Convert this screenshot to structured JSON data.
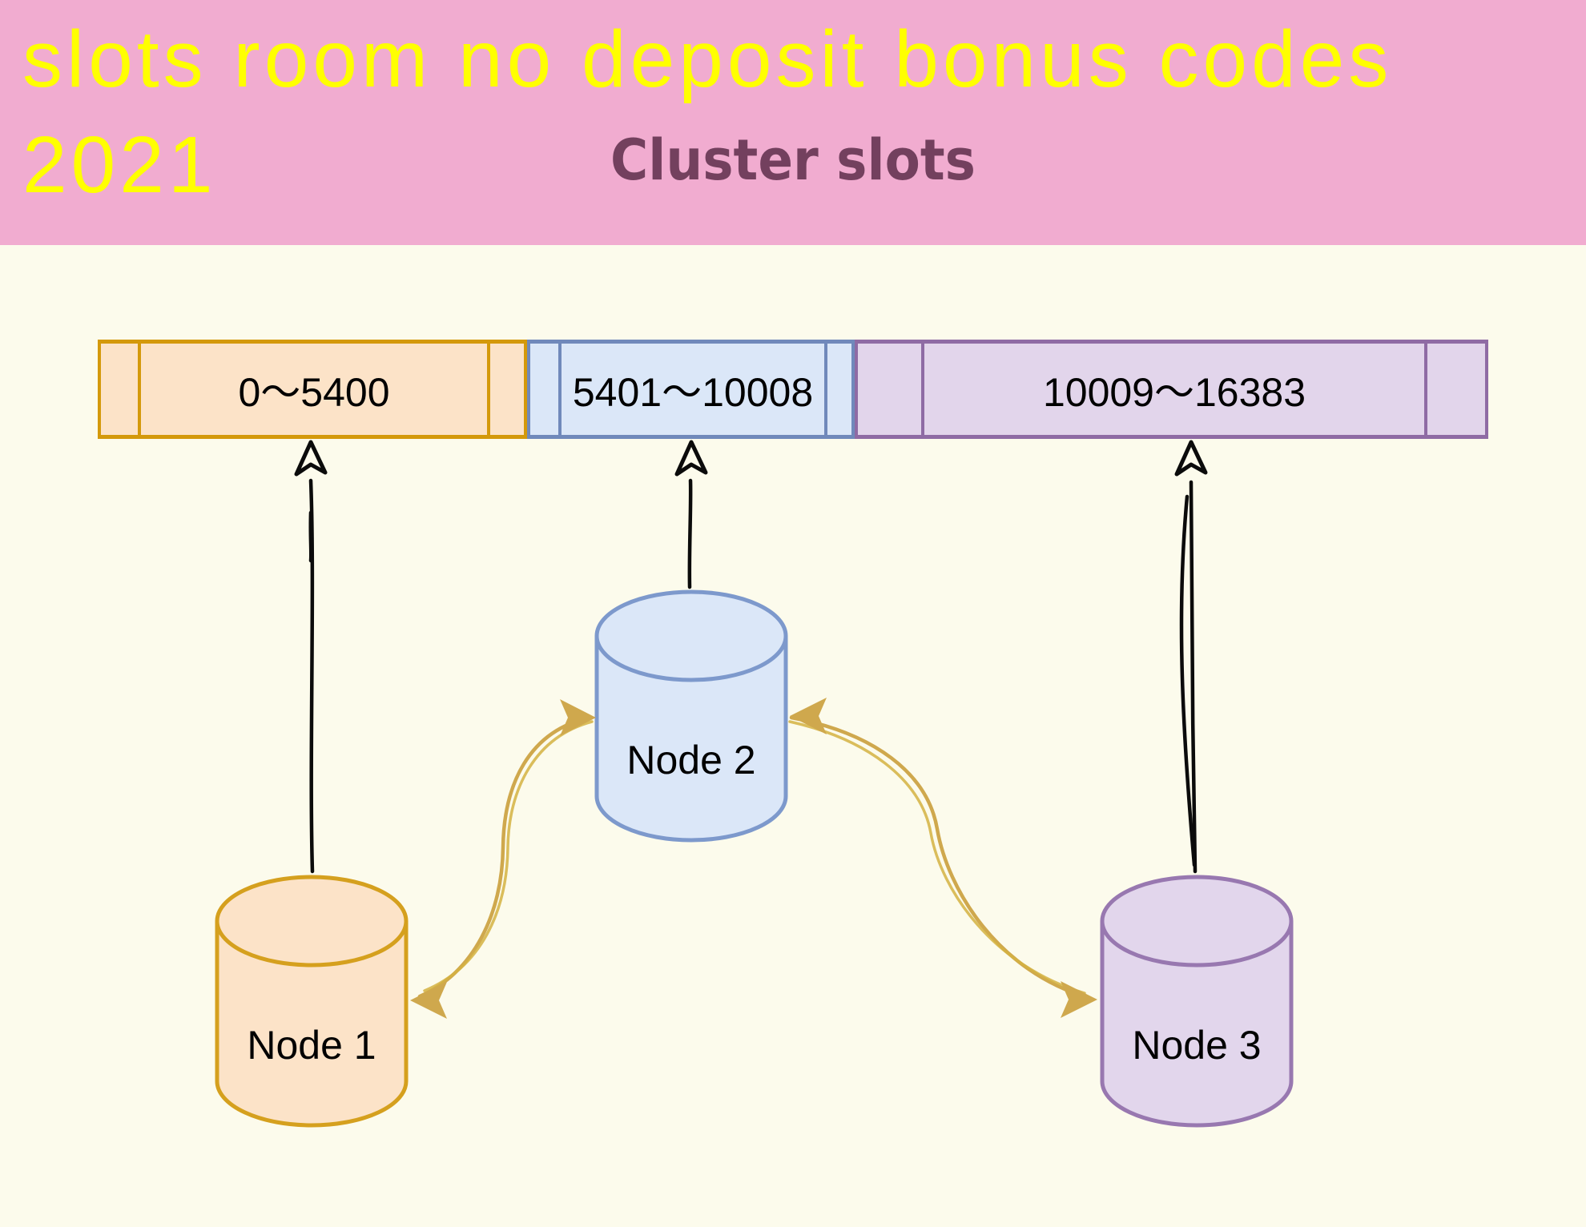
{
  "header": {
    "title_line1": "slots room no deposit bonus codes",
    "title_line2": "2021",
    "subtitle": "Cluster slots",
    "colors": {
      "background": "#F1ACD0",
      "title": "#FFFF00",
      "subtitle": "#73405E"
    }
  },
  "diagram": {
    "background": "#FCFBEC",
    "slot_bar": {
      "segments": [
        {
          "label": "0～5400",
          "fill": "#FCE3C8",
          "border": "#D4990B"
        },
        {
          "label": "5401～10008",
          "fill": "#DBE7F8",
          "border": "#7089BB"
        },
        {
          "label": "10009～16383",
          "fill": "#E2D5EB",
          "border": "#8F6BA4"
        }
      ]
    },
    "nodes": [
      {
        "label": "Node 1",
        "fill": "#FCE3C8",
        "border": "#D5A01E"
      },
      {
        "label": "Node 2",
        "fill": "#DBE7F8",
        "border": "#7D99CC"
      },
      {
        "label": "Node 3",
        "fill": "#E2D6EC",
        "border": "#9878B0"
      }
    ],
    "arrows": {
      "slot_assignment_color": "#0b0b0b",
      "gossip_link_color": "#CFA84D"
    }
  }
}
